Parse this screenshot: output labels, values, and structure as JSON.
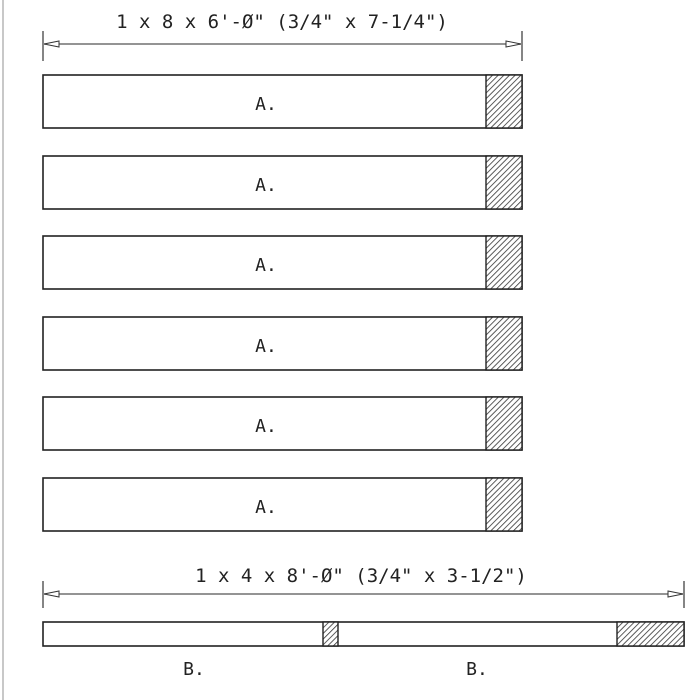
{
  "stock_a": {
    "dimension": "1 x 8 x 6'-Ø\" (3/4\" x 7-1/4\")",
    "pieces": [
      "A.",
      "A.",
      "A.",
      "A.",
      "A.",
      "A."
    ]
  },
  "stock_b": {
    "dimension": "1 x 4 x 8'-Ø\" (3/4\" x 3-1/2\")",
    "pieces": [
      "B.",
      "B."
    ]
  }
}
